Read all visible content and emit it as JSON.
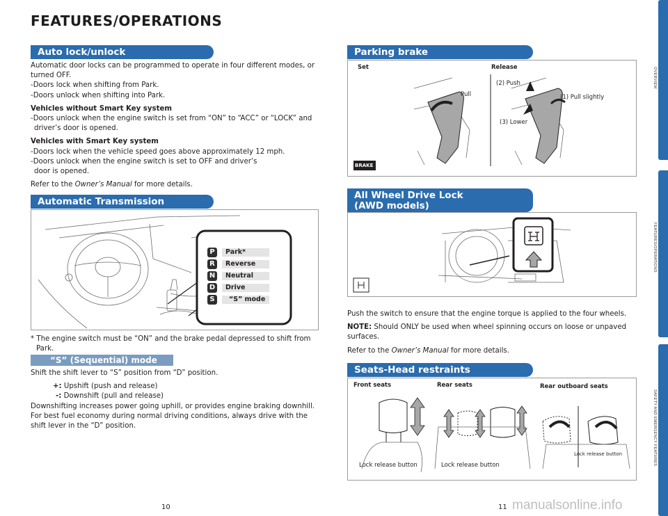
{
  "title": "FEATURES/OPERATIONS",
  "auto_lock": {
    "heading": "Auto lock/unlock",
    "intro": "Automatic door locks can be programmed to operate in four different modes, or turned OFF.",
    "bullet_1": "Doors lock when shifting from Park.",
    "bullet_2": "Doors unlock when shifting into Park.",
    "no_key_heading": "Vehicles without Smart Key system",
    "no_key_bullet": "Doors unlock when the engine switch is set from “ON” to “ACC” or “LOCK” and driver’s door is opened.",
    "key_heading": "Vehicles with Smart Key system",
    "key_bullet_1": "Doors lock when the vehicle speed goes above approximately 12 mph.",
    "key_bullet_2": "Doors unlock when the engine switch is set to OFF and driver’s door is opened.",
    "refer_prefix": "Refer to the ",
    "refer_manual": "Owner’s Manual",
    "refer_suffix": " for more details."
  },
  "transmission": {
    "heading": "Automatic Transmission",
    "gears": [
      {
        "key": "P",
        "label": "Park*"
      },
      {
        "key": "R",
        "label": "Reverse"
      },
      {
        "key": "N",
        "label": "Neutral"
      },
      {
        "key": "D",
        "label": "Drive"
      },
      {
        "key": "S",
        "label": "“S” mode"
      }
    ],
    "footnote_mark": "*",
    "footnote": "The engine switch must be “ON” and the brake pedal depressed to shift from Park.",
    "s_mode_heading": "“S” (Sequential) mode",
    "s_mode_intro": "Shift the shift lever to “S” position from “D” position.",
    "plus_sym": "+:",
    "plus_text": "Upshift (push and release)",
    "minus_sym": "-:",
    "minus_text": "Downshift (pull and release)",
    "downshift_note": "Downshifting increases power going uphill, or provides engine braking downhill. For best fuel economy during normal driving conditions, always drive with the shift lever in the “D” position."
  },
  "parking_brake": {
    "heading": "Parking brake",
    "set_label": "Set",
    "release_label": "Release",
    "pull_label": "Pull",
    "push_label": "(2) Push",
    "pull_slightly_label": "(1) Pull slightly",
    "lower_label": "(3) Lower",
    "badge": "BRAKE"
  },
  "awd": {
    "heading_line1": "All Wheel Drive Lock",
    "heading_line2": "(AWD models)",
    "body": "Push the switch to ensure that the engine torque is applied to the four wheels.",
    "note_label": "NOTE:",
    "note": "Should ONLY be used when wheel spinning occurs on loose or unpaved surfaces.",
    "refer_prefix": "Refer to the ",
    "refer_manual": "Owner’s Manual",
    "refer_suffix": " for more details."
  },
  "seats": {
    "heading": "Seats-Head restraints",
    "front_label": "Front seats",
    "rear_label": "Rear seats",
    "rear_outboard_label": "Rear outboard seats",
    "front_release": "Lock release button",
    "rear_release": "Lock release button",
    "outboard_release": "Lock release button"
  },
  "side_tabs": {
    "overview": "OVERVIEW",
    "features": "FEATURES/OPERATIONS",
    "safety": "SAFETY AND EMERGENCY FEATURES"
  },
  "page_left": "10",
  "page_right": "11",
  "watermark": "manualsonline.info",
  "colors": {
    "section_blue": "#2a6cae",
    "subhead_blue": "#7a9cc0",
    "arrow_gray": "#a7a7a7"
  }
}
